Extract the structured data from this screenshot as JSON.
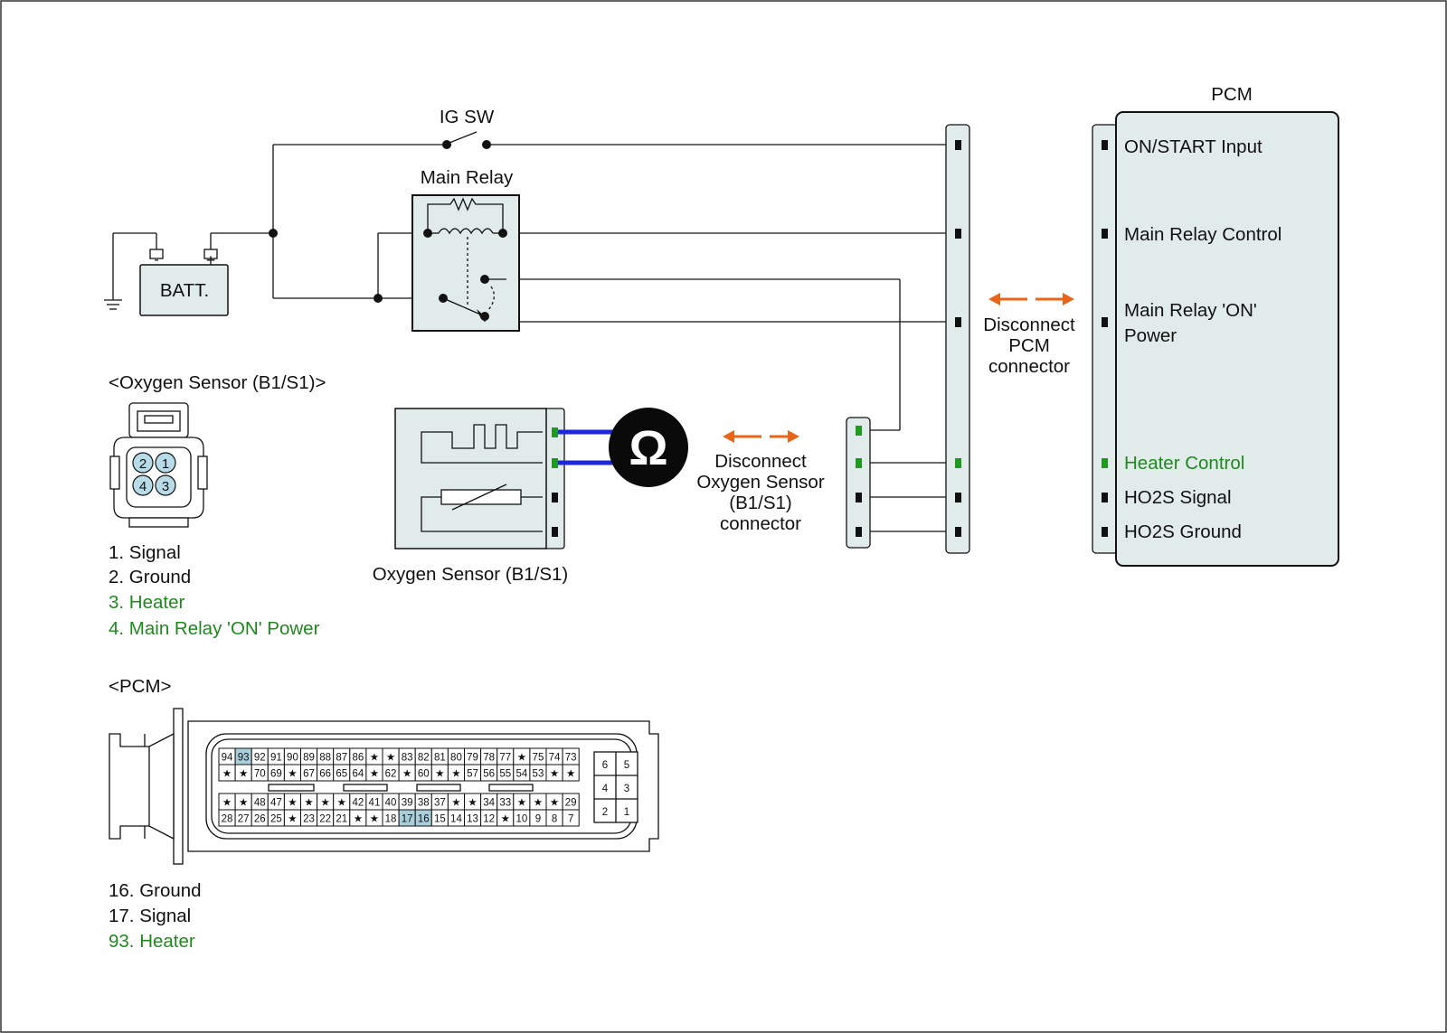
{
  "colors": {
    "box_fill": "#e1ebea",
    "green_text": "#1e8a1e",
    "arrow_orange": "#e8651a",
    "wire_blue": "#1c26dd",
    "pin_highlight": "#a9cfdc",
    "connector_fill": "#b8dbe8"
  },
  "schematic": {
    "ig_sw": "IG SW",
    "main_relay": "Main Relay",
    "battery": "BATT.",
    "battery_neg": "-",
    "battery_pos": "+",
    "pcm_title": "PCM",
    "ohm_symbol": "Ω",
    "sensor_caption": "Oxygen Sensor (B1/S1)",
    "disconnect_sensor": [
      "Disconnect",
      "Oxygen Sensor",
      "(B1/S1)",
      "connector"
    ],
    "disconnect_pcm": [
      "Disconnect",
      "PCM",
      "connector"
    ],
    "pcm_pins": {
      "on_start": "ON/START Input",
      "main_relay_control": "Main Relay Control",
      "main_relay_on_power": [
        "Main Relay 'ON'",
        "Power"
      ],
      "heater_control": "Heater Control",
      "ho2s_signal": "HO2S  Signal",
      "ho2s_ground": "HO2S  Ground"
    }
  },
  "oxygen_connector": {
    "title": "<Oxygen Sensor (B1/S1)>",
    "pin_numbers": [
      "2",
      "1",
      "4",
      "3"
    ],
    "legend": [
      "1. Signal",
      "2. Ground",
      "3. Heater",
      "4. Main Relay 'ON' Power"
    ]
  },
  "pcm_connector": {
    "title": "<PCM>",
    "row1": [
      "94",
      "93",
      "92",
      "91",
      "90",
      "89",
      "88",
      "87",
      "86",
      "★",
      "★",
      "83",
      "82",
      "81",
      "80",
      "79",
      "78",
      "77",
      "★",
      "75",
      "74",
      "73"
    ],
    "row2": [
      "★",
      "★",
      "70",
      "69",
      "★",
      "67",
      "66",
      "65",
      "64",
      "★",
      "62",
      "★",
      "60",
      "★",
      "★",
      "57",
      "56",
      "55",
      "54",
      "53",
      "★",
      "★"
    ],
    "row3": [
      "★",
      "★",
      "48",
      "47",
      "★",
      "★",
      "★",
      "★",
      "42",
      "41",
      "40",
      "39",
      "38",
      "37",
      "★",
      "★",
      "34",
      "33",
      "★",
      "★",
      "★",
      "29"
    ],
    "row4": [
      "28",
      "27",
      "26",
      "25",
      "★",
      "23",
      "22",
      "21",
      "★",
      "★",
      "18",
      "17",
      "16",
      "15",
      "14",
      "13",
      "12",
      "★",
      "10",
      "9",
      "8",
      "7"
    ],
    "small_block": [
      "6",
      "5",
      "4",
      "3",
      "2",
      "1"
    ],
    "highlighted": [
      "93",
      "17",
      "16"
    ],
    "legend": [
      "16. Ground",
      "17. Signal",
      "93. Heater"
    ]
  }
}
